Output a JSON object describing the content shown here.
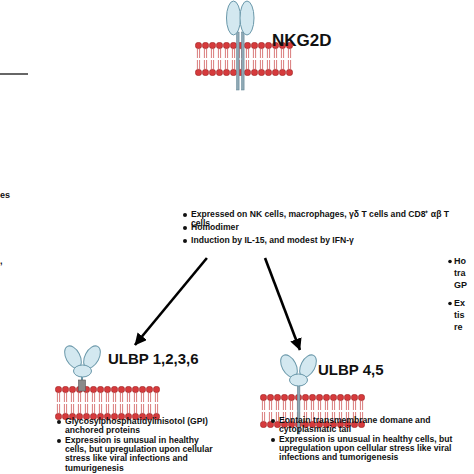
{
  "diagram": {
    "nodes": [
      {
        "text": [
          "NKG2D",
          "Expressed on NK cells, macrophages, γδ T cells and CD8⁺ αβ T cells",
          "Homodimer",
          "Induction by IL-15, and modest by IFN-γ"
        ]
      },
      {
        "text": [
          "ULBP 1,2,3,6",
          "Glycosylphosphatidylinisotol (GPI) anchored proteins",
          "Expression is unusual in healthy cells, but upregulation upon cellular stress like viral infections and tumurigenesis"
        ]
      },
      {
        "text": [
          "ULBP 4,5",
          "Eontain transmembrane domane and cytoplasmatic tail",
          "Expression is unusual in healthy cells, but upregulation upon cellular stress like viral infections and tumorigenesis"
        ]
      }
    ],
    "edges": [
      {
        "from": 0,
        "to": 1,
        "arrow": "to"
      },
      {
        "from": 0,
        "to": 2,
        "arrow": "to"
      }
    ],
    "labels": [
      "es",
      ",",
      "Ho",
      "tra",
      "GP",
      "Ex",
      "tis",
      "re"
    ]
  }
}
